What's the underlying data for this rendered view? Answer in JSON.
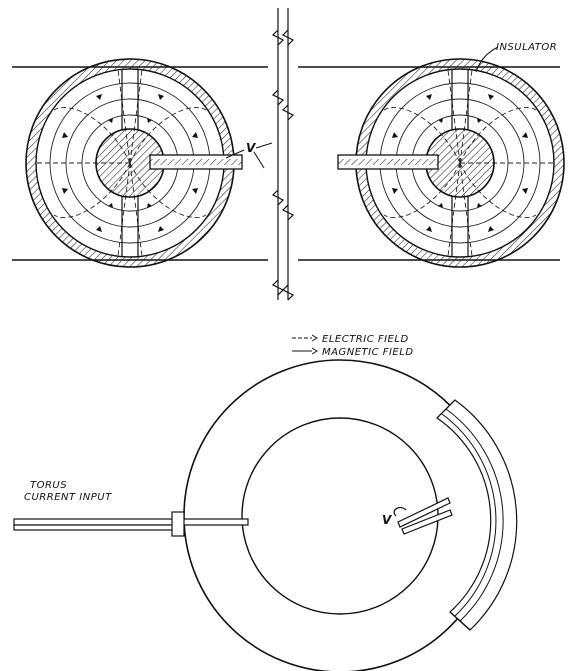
{
  "figure": {
    "labels": {
      "insulator": "INSULATOR",
      "voltage_top": "V",
      "voltage_bottom": "V",
      "torus_input_line1": "TORUS",
      "torus_input_line2": "CURRENT INPUT"
    },
    "legend": {
      "electric": "ELECTRIC FIELD",
      "magnetic": "MAGNETIC FIELD"
    }
  }
}
